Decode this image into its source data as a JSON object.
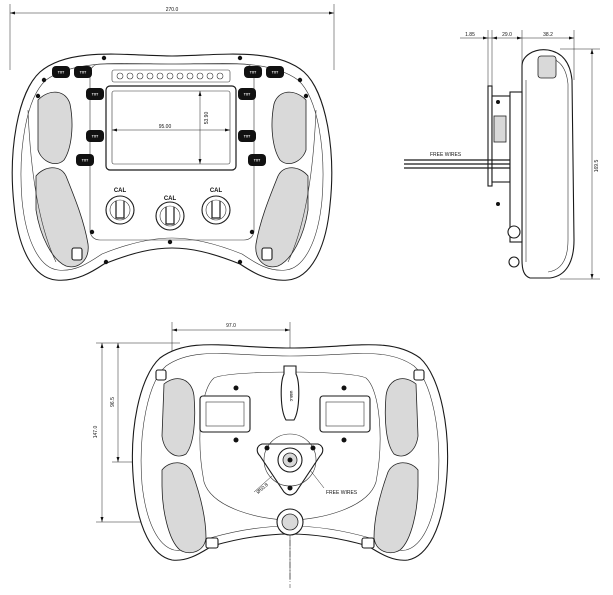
{
  "front_view": {
    "overall_width": "270.0",
    "screen_width": "95.00",
    "screen_height": "53.90",
    "encoder_labels": [
      "CAL",
      "CAL",
      "CAL"
    ],
    "button_label": "TXT"
  },
  "side_view": {
    "dim_a": "1.85",
    "dim_b": "29.0",
    "dim_c": "38.2",
    "height": "169.5",
    "wires_label": "FREE WIRES"
  },
  "rear_view": {
    "half_width": "97.0",
    "height_inner": "96.5",
    "height_total": "147.0",
    "bolt_circle": "Ø50.8",
    "wires_label": "FREE WIRES",
    "connector_label": "USB-C"
  }
}
